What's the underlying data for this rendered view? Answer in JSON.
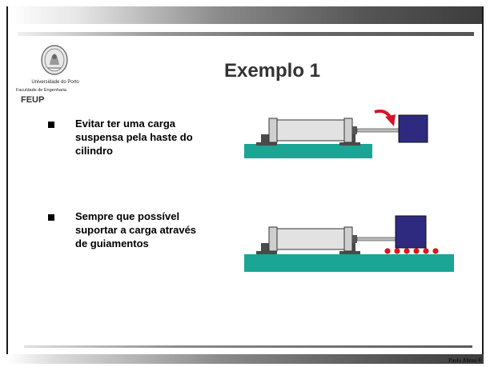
{
  "slide": {
    "title": "Exemplo 1",
    "footer_credit": "Paulo Abreu ®"
  },
  "logo": {
    "university": "Universidade do Porto",
    "faculty": "Faculdade de Engenharia",
    "acronym": "FEUP"
  },
  "items": [
    {
      "lines": [
        "Evitar ter uma carga",
        "suspensa pela haste do",
        "cilindro"
      ]
    },
    {
      "lines": [
        "Sempre que possível",
        "suportar a carga através",
        "de guiamentos"
      ]
    }
  ],
  "colors": {
    "base": "#1aa595",
    "load": "#2e2a80",
    "arrow": "#d4142a",
    "rollers": "#e0141e",
    "cylinder_body": "#dcdcdc",
    "title": "#333333"
  }
}
